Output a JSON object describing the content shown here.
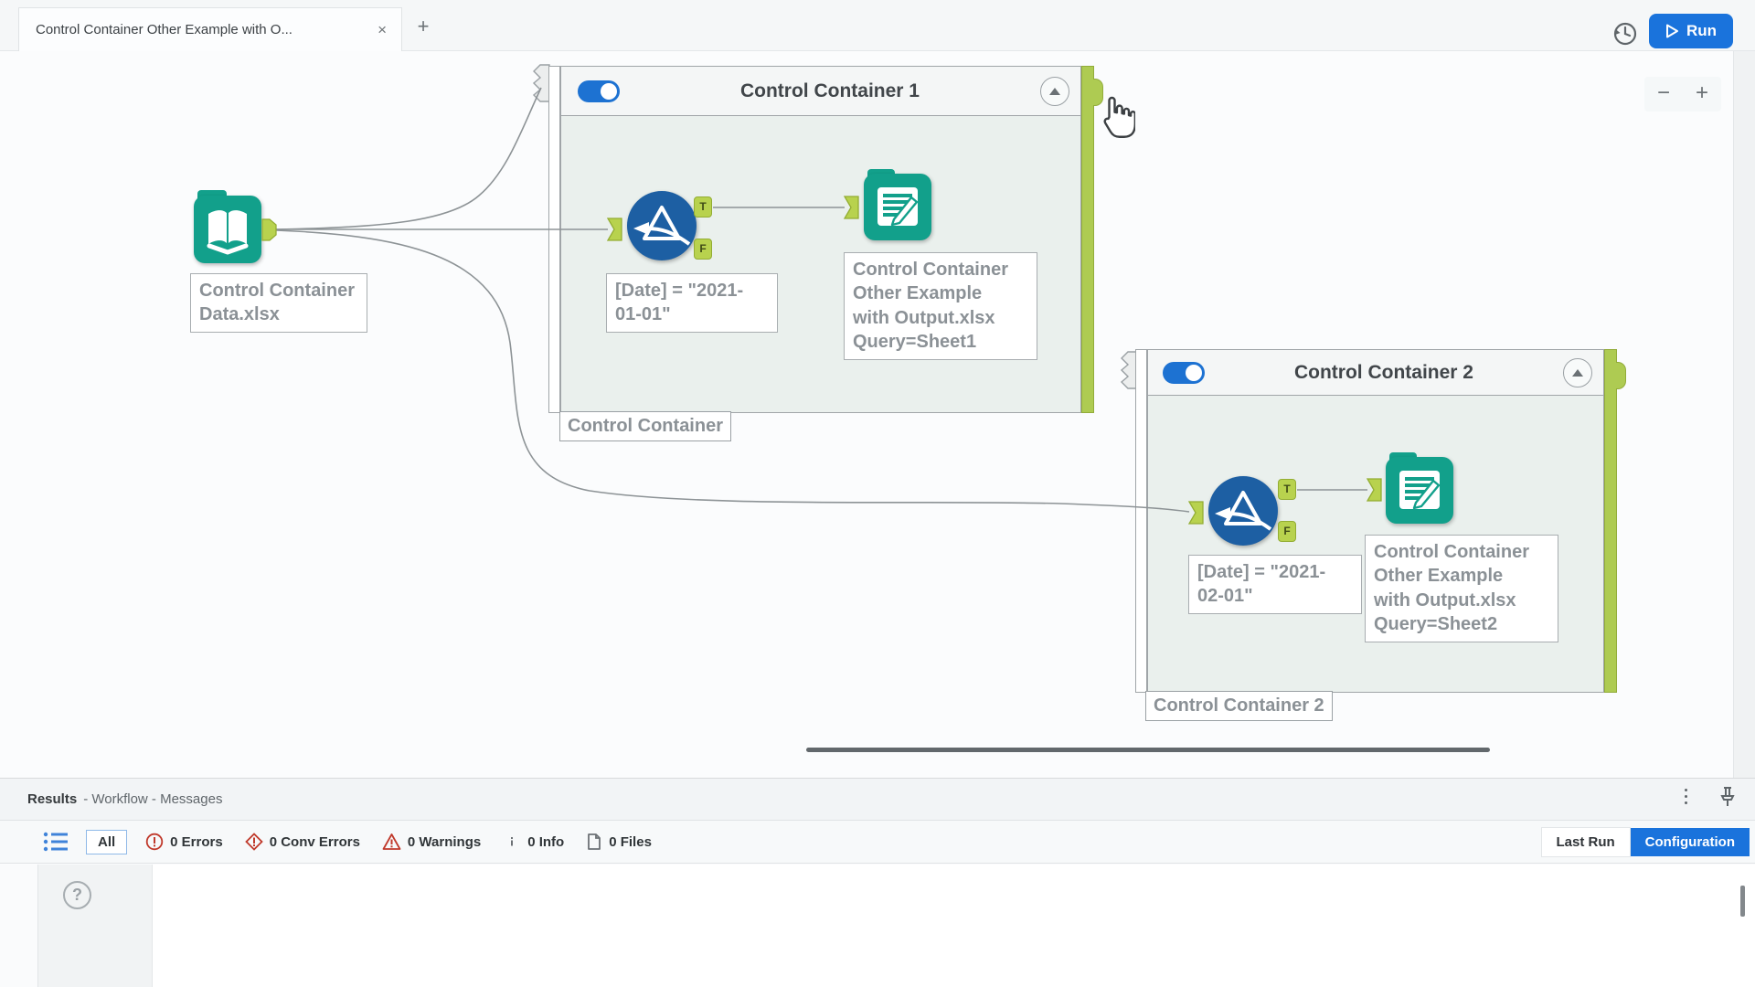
{
  "window": {
    "tab_title": "Control Container Other Example with O...",
    "tab_close": "×",
    "new_tab": "+",
    "run_label": "Run"
  },
  "canvas": {
    "zoom_out": "−",
    "zoom_in": "+",
    "anchor_t": "T",
    "anchor_f": "F",
    "input_tool_label": [
      "Control Container",
      "Data.xlsx"
    ],
    "container1": {
      "title": "Control Container 1",
      "filter_annotation": [
        "[Date] = \"2021-",
        "01-01\""
      ],
      "output_annotation": [
        "Control Container",
        "Other Example",
        "with Output.xlsx",
        "Query=Sheet1"
      ],
      "bottom_label": "Control Container"
    },
    "container2": {
      "title": "Control Container 2",
      "filter_annotation": [
        "[Date] = \"2021-",
        "02-01\""
      ],
      "output_annotation": [
        "Control Container",
        "Other Example",
        "with Output.xlsx",
        "Query=Sheet2"
      ],
      "bottom_label": "Control Container 2"
    }
  },
  "results": {
    "title": "Results",
    "subtitle": "- Workflow - Messages",
    "filter_all": "All",
    "errors": "0 Errors",
    "conv_errors": "0 Conv Errors",
    "warnings": "0 Warnings",
    "info": "0 Info",
    "files": "0 Files",
    "last_run": "Last Run",
    "configuration": "Configuration",
    "help": "?"
  },
  "colors": {
    "run_blue": "#1a73dc",
    "tool_teal": "#12a08b",
    "filter_blue": "#1d5fa3",
    "anchor_green": "#b8d24e",
    "container_green": "#aecb52",
    "toggle_blue": "#1d72d2",
    "error_red": "#c0392b"
  }
}
